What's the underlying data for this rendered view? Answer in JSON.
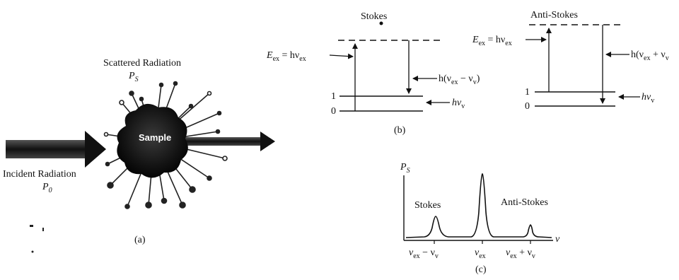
{
  "panel_a": {
    "scattered_title": "Scattered Radiation",
    "scattered_symbol": "P",
    "scattered_sub": "S",
    "sample_label": "Sample",
    "incident_title": "Incident Radiation",
    "incident_symbol": "P",
    "incident_sub": "0",
    "caption": "(a)"
  },
  "panel_b": {
    "stokes_title": "Stokes",
    "anti_stokes_title": "Anti-Stokes",
    "level_one": "1",
    "level_zero": "0",
    "energy_E": "E",
    "energy_E_sub": "ex",
    "energy_eq": "= hν",
    "energy_nu_sub": "ex",
    "stokes_scatter": "h(ν",
    "stokes_scatter_sub": "ex",
    "stokes_scatter_rest": "− ν",
    "stokes_scatter_sub2": "v",
    "stokes_scatter_close": ")",
    "anti_scatter": "h(ν",
    "anti_scatter_sub": "ex",
    "anti_scatter_rest": "+ ν",
    "anti_scatter_sub2": "v",
    "vib_h": "hν",
    "vib_sub": "v",
    "caption": "(b)"
  },
  "panel_c": {
    "y_symbol": "P",
    "y_sub": "S",
    "x_symbol": "ν",
    "stokes_label": "Stokes",
    "anti_stokes_label": "Anti-Stokes",
    "tick1_nu": "ν",
    "tick1_sub": "ex",
    "tick1_rest": "− ν",
    "tick1_sub2": "v",
    "tick2_nu": "ν",
    "tick2_sub": "ex",
    "tick3_nu": "ν",
    "tick3_sub": "ex",
    "tick3_rest": "+ ν",
    "tick3_sub2": "v",
    "caption": "(c)"
  }
}
